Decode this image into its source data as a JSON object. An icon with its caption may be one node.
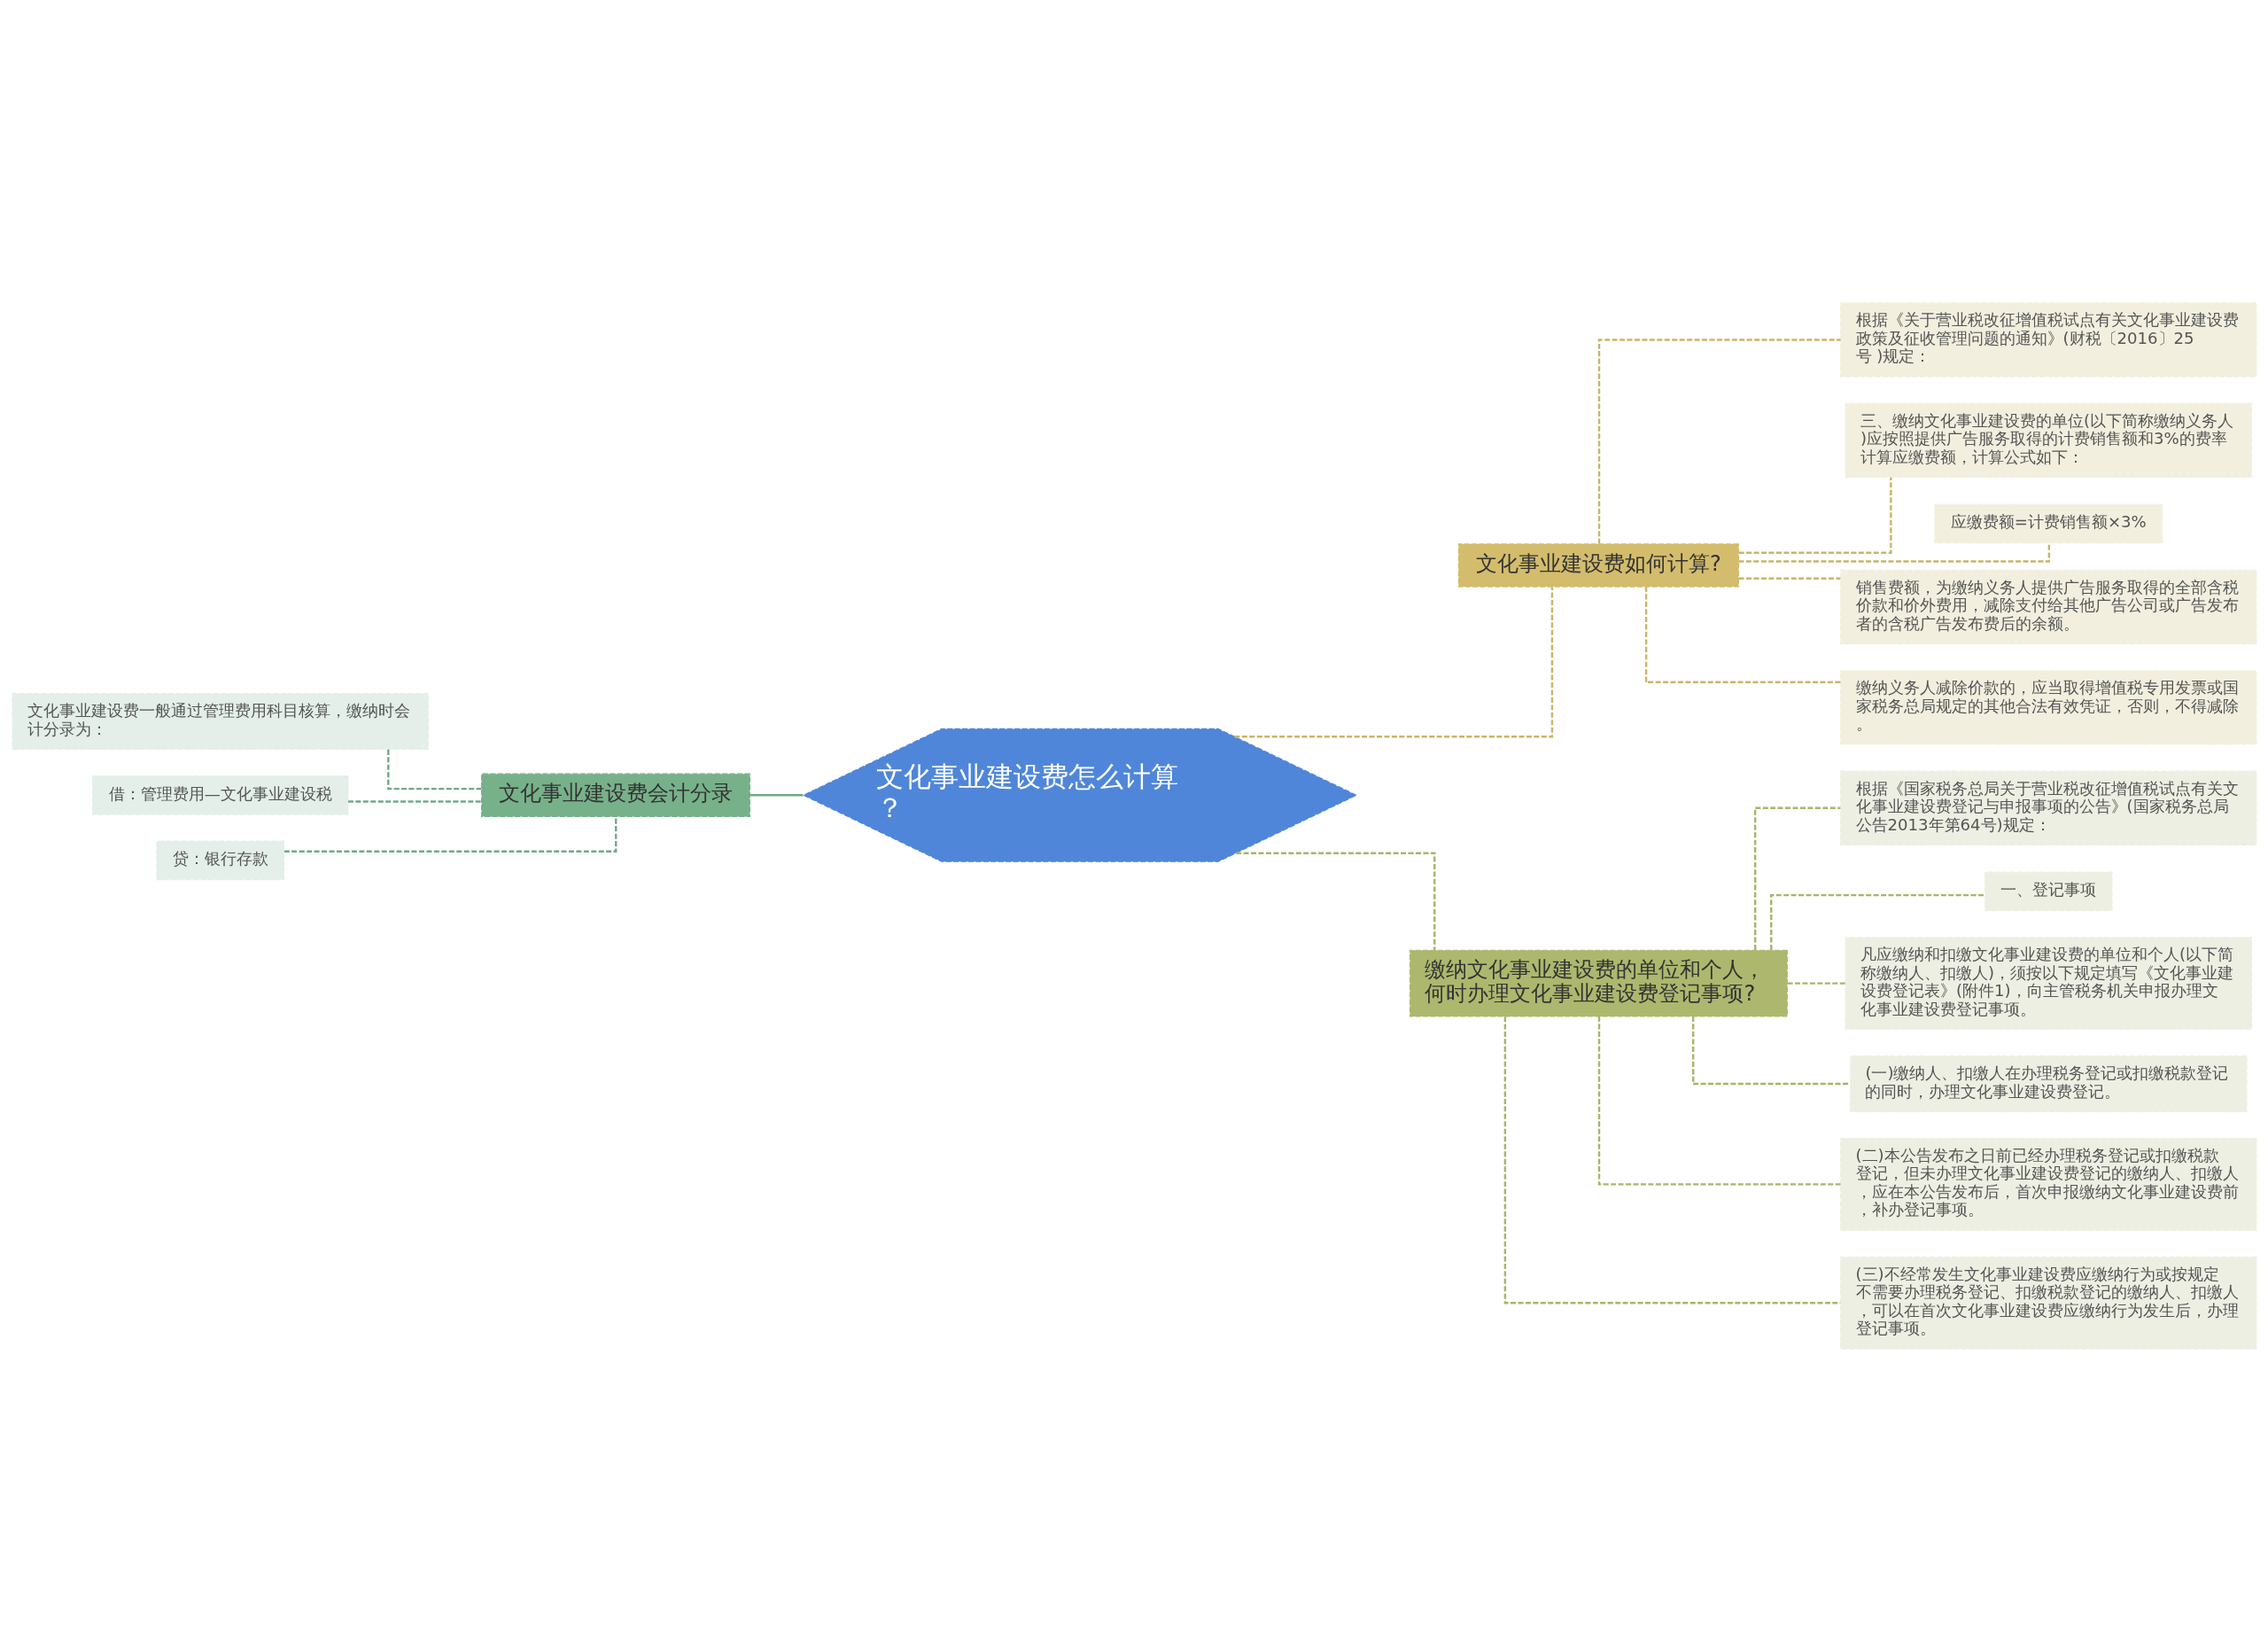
{
  "diagram": {
    "nodes": [
      {
        "text": [
          "文化事业建设费怎么计算？"
        ]
      },
      {
        "text": [
          "文化事业建设费如何计算?"
        ]
      },
      {
        "text": [
          "根据《关于营业税改征增值税试点有关文化事业建设费政策及征收管理问题的通知》(财税〔2016〕25号 )规定："
        ]
      },
      {
        "text": [
          "三、缴纳文化事业建设费的单位(以下简称缴纳义务人)应按照提供广告服务取得的计费销售额和3%的费率计算应缴费额，计算公式如下："
        ]
      },
      {
        "text": [
          "应缴费额=计费销售额×3%"
        ]
      },
      {
        "text": [
          "销售费额，为缴纳义务人提供广告服务取得的全部含税价款和价外费用，减除支付给其他广告公司或广告发布者的含税广告发布费后的余额。"
        ]
      },
      {
        "text": [
          "缴纳义务人减除价款的，应当取得增值税专用发票或国家税务总局规定的其他合法有效凭证，否则，不得减除。"
        ]
      },
      {
        "text": [
          "缴纳文化事业建设费的单位和个人，何时办理文化事业建设费登记事项?"
        ]
      },
      {
        "text": [
          "根据《国家税务总局关于营业税改征增值税试点有关文化事业建设费登记与申报事项的公告》(国家税务总局公告2013年第64号)规定："
        ]
      },
      {
        "text": [
          "一、登记事项"
        ]
      },
      {
        "text": [
          "凡应缴纳和扣缴文化事业建设费的单位和个人(以下简称缴纳人、扣缴人)，须按以下规定填写《文化事业建设费登记表》(附件1)，向主管税务机关申报办理文化事业建设费登记事项。"
        ]
      },
      {
        "text": [
          "(一)缴纳人、扣缴人在办理税务登记或扣缴税款登记的同时，办理文化事业建设费登记。"
        ]
      },
      {
        "text": [
          "(二)本公告发布之日前已经办理税务登记或扣缴税款登记，但未办理文化事业建设费登记的缴纳人、扣缴人，应在本公告发布后，首次申报缴纳文化事业建设费前，补办登记事项。"
        ]
      },
      {
        "text": [
          "(三)不经常发生文化事业建设费应缴纳行为或按规定不需要办理税务登记、扣缴税款登记的缴纳人、扣缴人，可以在首次文化事业建设费应缴纳行为发生后，办理登记事项。"
        ]
      },
      {
        "text": [
          "文化事业建设费会计分录"
        ]
      },
      {
        "text": [
          "文化事业建设费一般通过管理费用科目核算，缴纳时会计分录为："
        ]
      },
      {
        "text": [
          "借：管理费用—文化事业建设税"
        ]
      },
      {
        "text": [
          "贷：银行存款"
        ]
      }
    ],
    "edges": [
      {
        "from": 0,
        "to": 1,
        "arrow": "none",
        "style": "dashed",
        "color": "#c9b56a"
      },
      {
        "from": 1,
        "to": 2,
        "arrow": "none",
        "style": "dashed",
        "color": "#c9b56a"
      },
      {
        "from": 1,
        "to": 3,
        "arrow": "none",
        "style": "dashed",
        "color": "#c9b56a"
      },
      {
        "from": 1,
        "to": 4,
        "arrow": "none",
        "style": "dashed",
        "color": "#c9b56a"
      },
      {
        "from": 1,
        "to": 5,
        "arrow": "none",
        "style": "dashed",
        "color": "#c9b56a"
      },
      {
        "from": 1,
        "to": 6,
        "arrow": "none",
        "style": "dashed",
        "color": "#c9b56a"
      },
      {
        "from": 0,
        "to": 7,
        "arrow": "none",
        "style": "dashed"
      },
      {
        "from": 7,
        "to": 8,
        "arrow": "none",
        "style": "dashed"
      },
      {
        "from": 7,
        "to": 9,
        "arrow": "none",
        "style": "dashed"
      },
      {
        "from": 7,
        "to": 10,
        "arrow": "none",
        "style": "dashed"
      },
      {
        "from": 7,
        "to": 11,
        "arrow": "none",
        "style": "dashed"
      },
      {
        "from": 7,
        "to": 12,
        "arrow": "none",
        "style": "dashed"
      },
      {
        "from": 7,
        "to": 13,
        "arrow": "none",
        "style": "dashed"
      },
      {
        "from": 0,
        "to": 14,
        "arrow": "none",
        "color": "#6fa98a"
      },
      {
        "from": 14,
        "to": 15,
        "arrow": "none",
        "style": "dashed",
        "color": "#6fa98a"
      },
      {
        "from": 14,
        "to": 16,
        "arrow": "none",
        "style": "dashed",
        "color": "#6fa98a"
      },
      {
        "from": 14,
        "to": 17,
        "arrow": "none",
        "style": "dashed",
        "color": "#6fa98a"
      }
    ]
  }
}
